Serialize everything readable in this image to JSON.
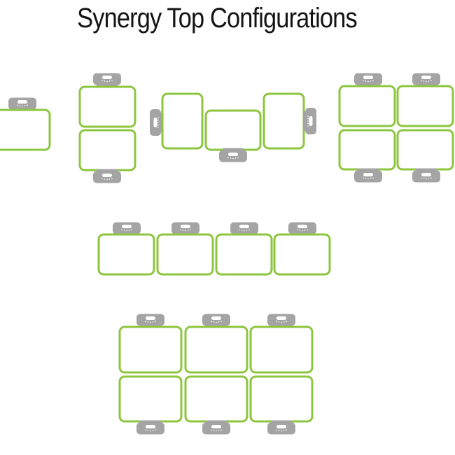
{
  "title": "Synergy Top Configurations",
  "colors": {
    "table_outline": "#8cc63f",
    "table_fill": "#ffffff",
    "chair": "#a4a4a4",
    "chair_handle": "#ffffff",
    "background": "#ffffff",
    "title_text": "#141414"
  },
  "configurations": [
    {
      "name": "single",
      "tables": 1,
      "chairs": 1
    },
    {
      "name": "vertical-pair",
      "tables": 2,
      "chairs": 2
    },
    {
      "name": "u-shape",
      "tables": 3,
      "chairs": 3
    },
    {
      "name": "two-by-two",
      "tables": 4,
      "chairs": 4
    },
    {
      "name": "row-of-four",
      "tables": 4,
      "chairs": 4
    },
    {
      "name": "three-by-two",
      "tables": 6,
      "chairs": 6
    }
  ]
}
